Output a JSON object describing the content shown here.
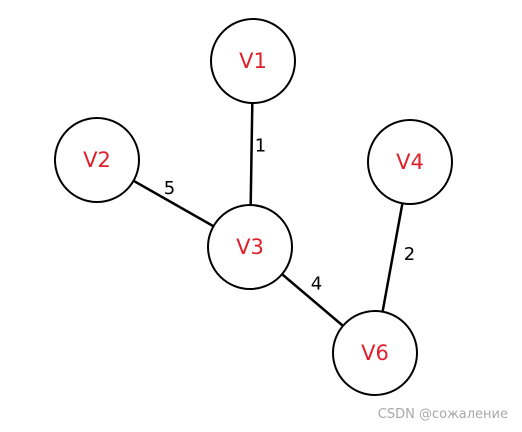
{
  "graph": {
    "node_label_color": "#e0202a",
    "edge_color": "#000000",
    "nodes": [
      {
        "id": "V1",
        "label": "V1"
      },
      {
        "id": "V2",
        "label": "V2"
      },
      {
        "id": "V3",
        "label": "V3"
      },
      {
        "id": "V4",
        "label": "V4"
      },
      {
        "id": "V6",
        "label": "V6"
      }
    ],
    "edges": [
      {
        "from": "V1",
        "to": "V3",
        "weight": "1"
      },
      {
        "from": "V2",
        "to": "V3",
        "weight": "5"
      },
      {
        "from": "V3",
        "to": "V6",
        "weight": "4"
      },
      {
        "from": "V4",
        "to": "V6",
        "weight": "2"
      }
    ]
  },
  "watermark": {
    "text": "CSDN @сожаление"
  }
}
